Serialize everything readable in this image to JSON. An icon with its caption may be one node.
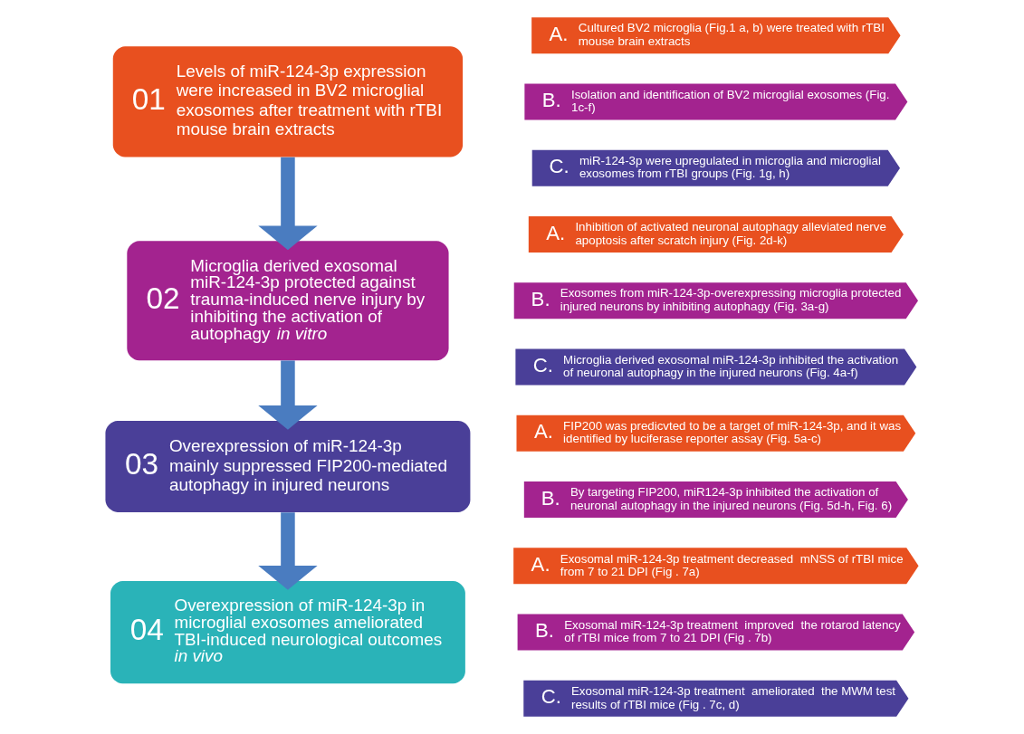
{
  "diagram": {
    "nodes": [
      {
        "text": [
          "01",
          "Levels of miR-124-3p expression were increased in BV2 microglial exosomes after treatment with rTBI mouse brain extracts"
        ]
      },
      {
        "text": [
          "A.",
          "Cultured BV2 microglia (Fig.1 a, b) were treated with rTBI mouse brain extracts"
        ]
      },
      {
        "text": [
          "B.",
          "Isolation and identification of BV2 microglial exosomes (Fig. 1c-f)"
        ]
      },
      {
        "text": [
          "C.",
          "miR-124-3p were upregulated in microglia and microglial exosomes from rTBI groups (Fig. 1g, h)"
        ]
      },
      {
        "text": [
          "02",
          "Microglia derived exosomal miR-124-3p protected against trauma-induced nerve injury by inhibiting the activation of autophagy *in vitro*"
        ]
      },
      {
        "text": [
          "A.",
          "Inhibition of activated neuronal autophagy alleviated nerve apoptosis after scratch injury (Fig. 2d-k)"
        ]
      },
      {
        "text": [
          "B.",
          "Exosomes from miR-124-3p-overexpressing microglia protected injured neurons by inhibiting autophagy (Fig. 3a-g)"
        ]
      },
      {
        "text": [
          "C.",
          "Microglia derived exosomal miR-124-3p inhibited the activation of neuronal autophagy in the injured neurons (Fig. 4a-f)"
        ]
      },
      {
        "text": [
          "03",
          "Overexpression of miR-124-3p mainly suppressed FIP200-mediated autophagy in injured neurons"
        ]
      },
      {
        "text": [
          "A.",
          "FIP200 was predicvted to be a target of miR-124-3p, and it was identified by luciferase reporter assay (Fig. 5a-c)"
        ]
      },
      {
        "text": [
          "B.",
          "By targeting FIP200, miR124-3p inhibited the activation of neuronal autophagy in the injured neurons (Fig. 5d-h, Fig. 6)"
        ]
      },
      {
        "text": [
          "04",
          "Overexpression of miR-124-3p in microglial exosomes ameliorated TBI-induced neurological outcomes *in vivo*"
        ]
      },
      {
        "text": [
          "A.",
          "Exosomal miR-124-3p treatment decreased  mNSS of rTBI mice from 7 to 21 DPI (Fig . 7a)"
        ]
      },
      {
        "text": [
          "B.",
          "Exosomal miR-124-3p treatment  improved  the rotarod latency of rTBI mice from 7 to 21 DPI (Fig . 7b)"
        ]
      },
      {
        "text": [
          "C.",
          "Exosomal miR-124-3p treatment  ameliorated  the MWM test results of rTBI mice (Fig . 7c, d)"
        ]
      }
    ],
    "edges": [
      {
        "from": 0,
        "to": 4,
        "arrow": "to"
      },
      {
        "from": 4,
        "to": 8,
        "arrow": "to"
      },
      {
        "from": 8,
        "to": 11,
        "arrow": "to"
      }
    ]
  }
}
